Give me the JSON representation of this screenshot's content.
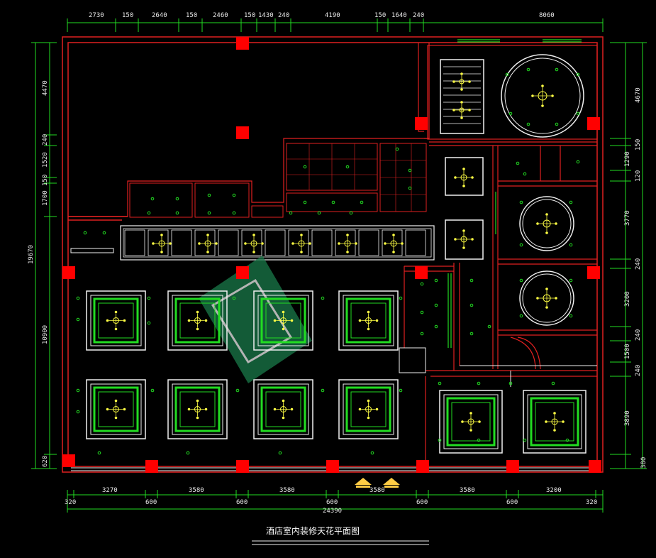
{
  "drawing": {
    "title": "酒店室内装修天花平面图",
    "top_dimensions": [
      "2730",
      "150",
      "2640",
      "150",
      "2460",
      "150",
      "1430",
      "240",
      "4190",
      "150",
      "1640",
      "240",
      "8060"
    ],
    "bottom_dimensions": [
      "3270",
      "3580",
      "3580",
      "3580",
      "3580",
      "3200"
    ],
    "bottom_small_dimensions": [
      "320",
      "600",
      "600",
      "600",
      "600",
      "600",
      "320"
    ],
    "bottom_total": "24390",
    "left_dimensions": [
      "4470",
      "240",
      "1520",
      "150",
      "1700"
    ],
    "left_lower": "10900",
    "left_bottom": "620",
    "left_total": "19670",
    "right_dimensions": [
      "4670",
      "150",
      "1290",
      "120",
      "3770",
      "240",
      "3200",
      "240",
      "1500",
      "240",
      "3890",
      "380"
    ]
  },
  "colors": {
    "wall": "#e02020",
    "column": "#ff0000",
    "light_green": "#22dd22",
    "dim_line": "#22dd22",
    "fixture": "#ffff44",
    "white": "#f0f0f0"
  }
}
